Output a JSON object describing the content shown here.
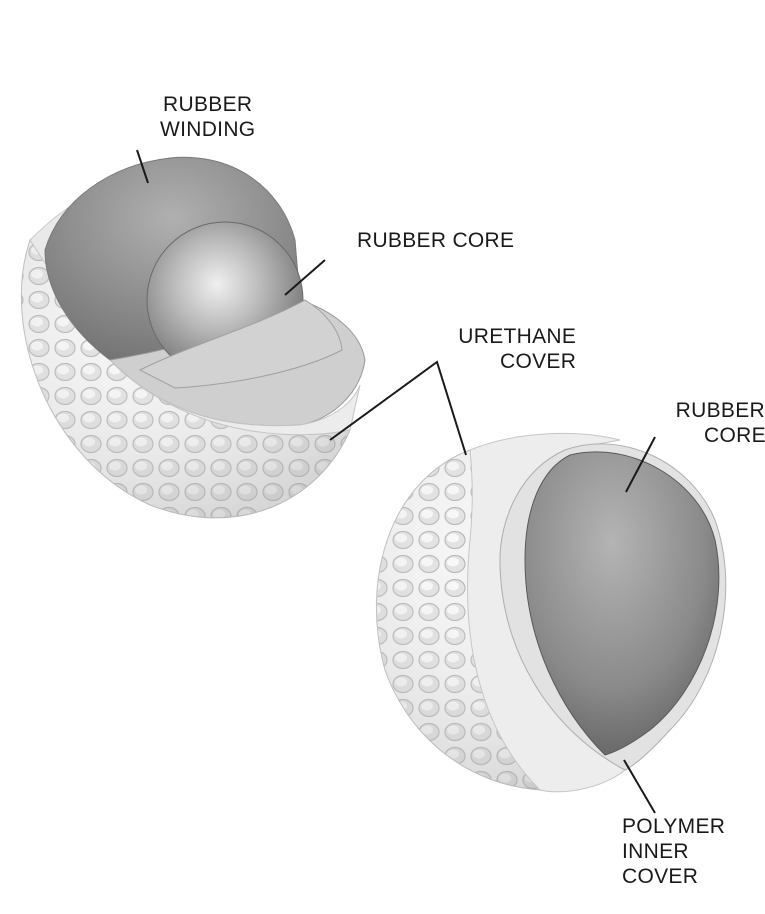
{
  "labels": {
    "rubber_winding": [
      "RUBBER",
      "WINDING"
    ],
    "rubber_core_top": [
      "RUBBER CORE"
    ],
    "urethane_cover": [
      "URETHANE",
      "COVER"
    ],
    "rubber_core_bottom": [
      "RUBBER",
      "CORE"
    ],
    "polymer_inner_cover": [
      "POLYMER",
      "INNER",
      "COVER"
    ]
  },
  "colors": {
    "line": "#1a1a1a",
    "cover": "#f2f2f2",
    "winding": "#9a9a9a",
    "core": "#7a7a7a",
    "inner_cover": "#e4e4e4"
  }
}
